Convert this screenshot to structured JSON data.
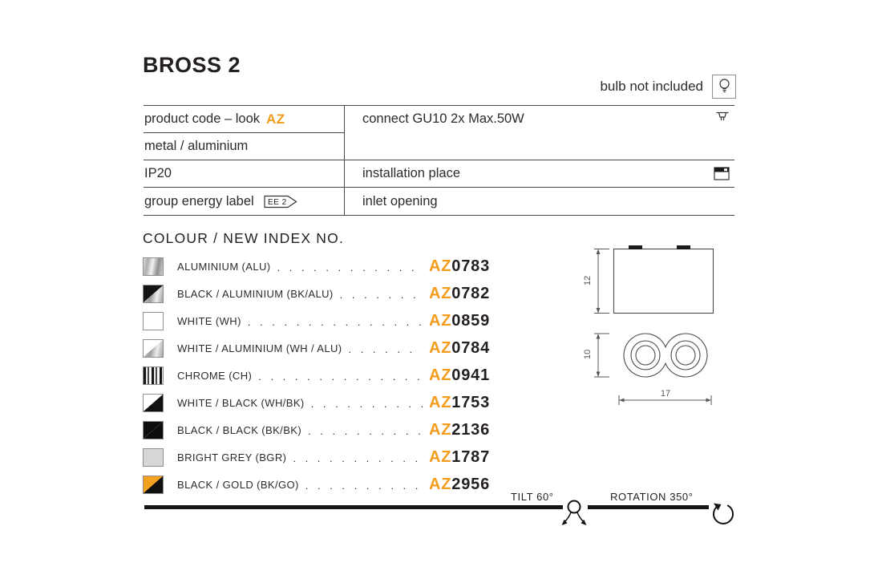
{
  "title": "BROSS 2",
  "accent_color": "#F49C1B",
  "header": {
    "bulb_note": "bulb not included"
  },
  "spec_table": {
    "rows_left": [
      {
        "text": "product code – look",
        "accent": "AZ"
      },
      {
        "text": "metal / aluminium"
      },
      {
        "text": "IP20"
      },
      {
        "text": "group energy label",
        "badge": "EE 2"
      }
    ],
    "rows_right": [
      {
        "text": "connect GU10 2x Max.50W"
      },
      {
        "text": "installation place"
      },
      {
        "text": "inlet opening"
      }
    ]
  },
  "colours": {
    "heading": "COLOUR / NEW INDEX NO.",
    "code_prefix": "AZ",
    "leader": ". . . . . . . . . . . . . . . . . . . . . . . . . . . .",
    "items": [
      {
        "label": "ALUMINIUM (ALU)",
        "code": "0783",
        "finish": "aluminium"
      },
      {
        "label": "BLACK / ALUMINIUM (BK/ALU)",
        "code": "0782",
        "finish": "black-aluminium"
      },
      {
        "label": "WHITE (WH)",
        "code": "0859",
        "finish": "white"
      },
      {
        "label": "WHITE / ALUMINIUM (WH / ALU)",
        "code": "0784",
        "finish": "white-aluminium"
      },
      {
        "label": "CHROME (CH)",
        "code": "0941",
        "finish": "chrome"
      },
      {
        "label": "WHITE / BLACK (WH/BK)",
        "code": "1753",
        "finish": "white-black"
      },
      {
        "label": "BLACK / BLACK (BK/BK)",
        "code": "2136",
        "finish": "black-black"
      },
      {
        "label": "BRIGHT GREY (BGR)",
        "code": "1787",
        "finish": "bright-grey"
      },
      {
        "label": "BLACK / GOLD (BK/GO)",
        "code": "2956",
        "finish": "black-gold"
      }
    ]
  },
  "drawing": {
    "dim_height": "12",
    "dim_depth": "10",
    "dim_width": "17"
  },
  "footer": {
    "tilt_label": "TILT 60°",
    "rotation_label": "ROTATION 350°"
  }
}
